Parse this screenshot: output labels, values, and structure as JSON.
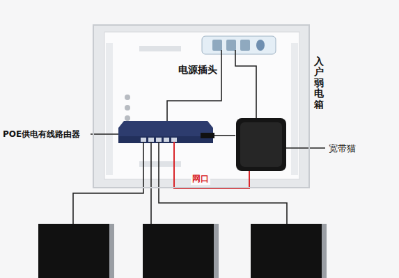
{
  "diagram": {
    "nodes": [
      {
        "text": [
          "入户弱电箱"
        ]
      }
    ],
    "labels": [
      "电源插头",
      "POE供电有线路由器",
      "宽带猫",
      "网口"
    ]
  }
}
